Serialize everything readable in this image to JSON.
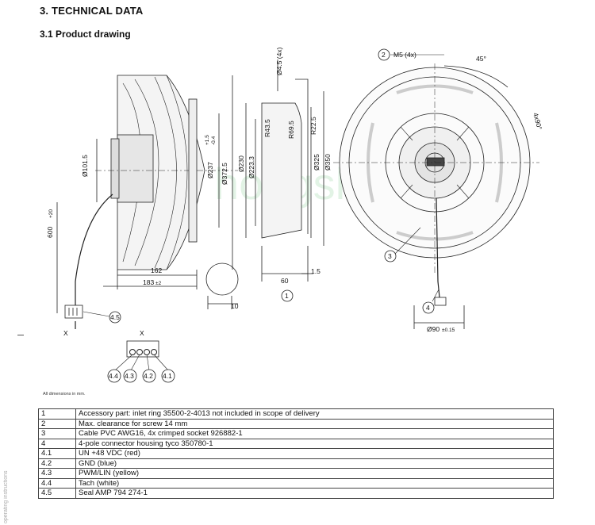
{
  "header": {
    "section_title": "3. TECHNICAL DATA",
    "subsection_title": "3.1 Product drawing"
  },
  "drawing": {
    "side_view_dims": [
      "Ø101.5",
      "Ø237",
      "+1.5",
      "-0.4",
      "Ø372.5",
      "600",
      "+20",
      "162",
      "183",
      "±2",
      "10",
      "X"
    ],
    "section_view_dims": [
      "Ø4.5 (4x)",
      "R43.5",
      "R69.5",
      "R22.5",
      "Ø230",
      "Ø223.3",
      "Ø325",
      "Ø350",
      "60",
      "1.5"
    ],
    "front_view_dims": [
      "M5 (4x)",
      "45°",
      "4x90°",
      "Ø90",
      "±0.15"
    ],
    "callouts": [
      "1",
      "2",
      "3",
      "4",
      "4.5"
    ],
    "connector_label": "X",
    "connector_pins": [
      "4.4",
      "4.3",
      "4.2",
      "4.1"
    ],
    "watermark": "hongshuang"
  },
  "dimensions_note": "All dimensions in mm.",
  "legend": [
    {
      "num": "1",
      "text": "Accessory part: inlet ring 35500-2-4013 not included in scope of delivery"
    },
    {
      "num": "2",
      "text": "Max. clearance for screw 14 mm"
    },
    {
      "num": "3",
      "text": "Cable PVC AWG16, 4x crimped socket 926882-1"
    },
    {
      "num": "4",
      "text": "4-pole connector housing tyco 350780-1"
    },
    {
      "num": "4.1",
      "text": "UN +48 VDC (red)"
    },
    {
      "num": "4.2",
      "text": "GND (blue)"
    },
    {
      "num": "4.3",
      "text": "PWM/LIN (yellow)"
    },
    {
      "num": "4.4",
      "text": "Tach (white)"
    },
    {
      "num": "4.5",
      "text": "Seal AMP 794 274-1"
    }
  ],
  "sidebar_text": "operating instructions"
}
